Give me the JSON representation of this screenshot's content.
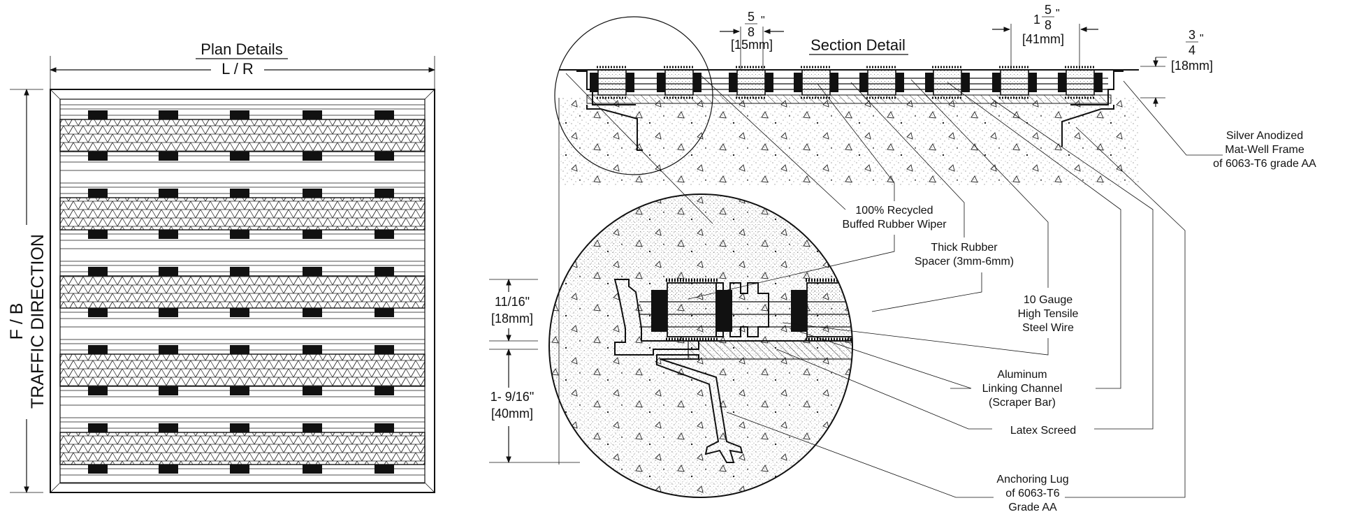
{
  "plan": {
    "title": "Plan Details",
    "width_label": "L / R",
    "side_label_top": "F / B",
    "side_label_bottom": "TRAFFIC DIRECTION"
  },
  "section": {
    "title": "Section Detail",
    "dim_spacing": {
      "whole": "",
      "num": "5",
      "den": "8",
      "mark": "\"",
      "metric": "[15mm]"
    },
    "dim_pitch": {
      "whole": "1",
      "num": "5",
      "den": "8",
      "mark": "\"",
      "metric": "[41mm]"
    },
    "dim_height": {
      "whole": "",
      "num": "3",
      "den": "4",
      "mark": "\"",
      "metric": "[18mm]"
    }
  },
  "detail_dims": {
    "upper_imperial": "11/16\"",
    "upper_metric": "[18mm]",
    "lower_imperial": "1- 9/16\"",
    "lower_metric": "[40mm]"
  },
  "callouts": {
    "frame": [
      "Silver Anodized",
      "Mat-Well Frame",
      "of 6063-T6 grade AA"
    ],
    "wiper": [
      "100% Recycled",
      "Buffed Rubber Wiper"
    ],
    "spacer": [
      "Thick Rubber",
      "Spacer (3mm-6mm)"
    ],
    "wire": [
      "10 Gauge",
      "High Tensile",
      "Steel Wire"
    ],
    "channel": [
      "Aluminum",
      "Linking Channel",
      "(Scraper Bar)"
    ],
    "screed": [
      "Latex Screed"
    ],
    "lug": [
      "Anchoring Lug",
      "of 6063-T6",
      "Grade AA"
    ]
  }
}
